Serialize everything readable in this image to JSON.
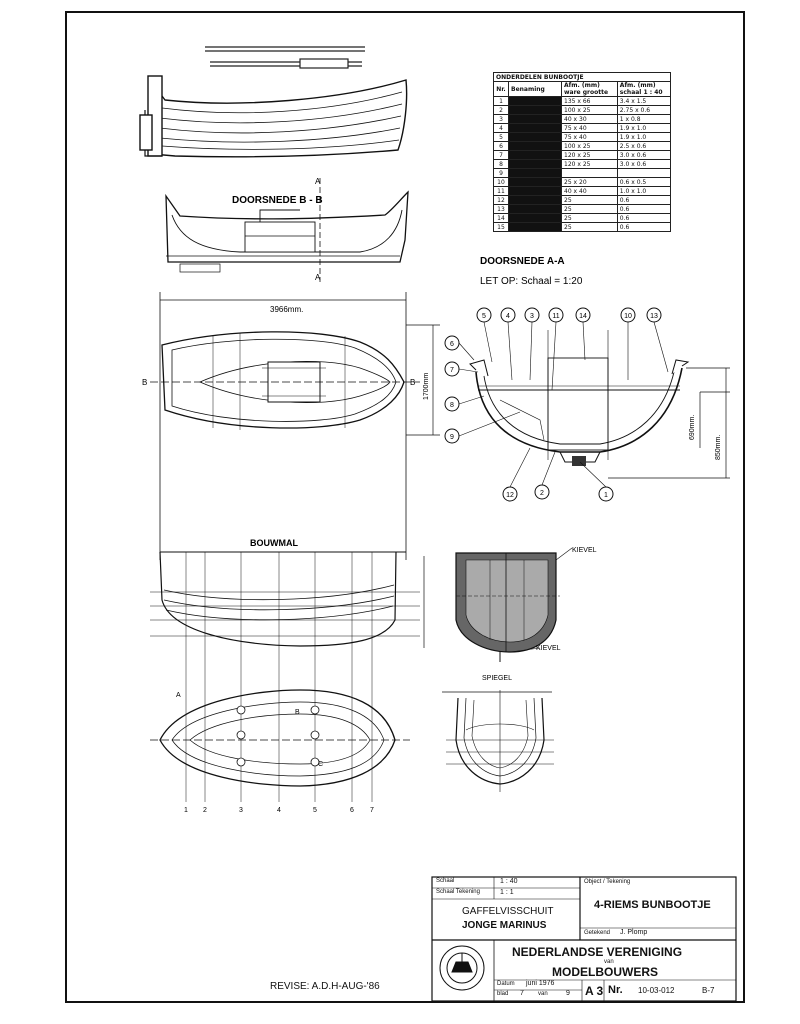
{
  "drawing": {
    "section_bb": "DOORSNEDE B - B",
    "section_aa": "DOORSNEDE A-A",
    "scale_note": "LET OP: Schaal = 1:20",
    "length_dim": "3966mm.",
    "width_dim": "1700mm",
    "height_dim_1": "690mm.",
    "height_dim_2": "850mm.",
    "left_label": "SPIEGEL",
    "bouwmal": "BOUWMAL",
    "kiel_label_1": "KIEVEL",
    "kiel_label_2": "KIEVEL",
    "spiegel_label": "SPIEGEL",
    "revise": "REVISE: A.D.H-AUG-'86",
    "section_letter_a": "A",
    "section_letter_b": "B",
    "callouts_top": [
      "5",
      "4",
      "3",
      "11",
      "14",
      "10",
      "13"
    ],
    "callouts_left": [
      "6",
      "7",
      "8",
      "9"
    ],
    "callouts_bottom": [
      "12",
      "2",
      "1"
    ],
    "station_numbers": [
      "1",
      "2",
      "3",
      "4",
      "5",
      "6",
      "7"
    ],
    "plan_letters": [
      "A",
      "B",
      "C"
    ]
  },
  "parts_table": {
    "title": "ONDERDELEN BUNBOOTJE",
    "headers": [
      "Nr.",
      "Benaming",
      "Afm. (mm) ware grootte",
      "Afm. (mm) schaal 1 : 40"
    ],
    "rows": [
      {
        "nr": "1",
        "afm1": "135 x 66",
        "afm2": "3.4 x 1.5"
      },
      {
        "nr": "2",
        "afm1": "100 x 25",
        "afm2": "2.75 x 0.6"
      },
      {
        "nr": "3",
        "afm1": "40 x 30",
        "afm2": "1 x 0.8"
      },
      {
        "nr": "4",
        "afm1": "75 x 40",
        "afm2": "1.9 x 1.0"
      },
      {
        "nr": "5",
        "afm1": "75 x 40",
        "afm2": "1.9 x 1.0"
      },
      {
        "nr": "6",
        "afm1": "100 x 25",
        "afm2": "2.5 x 0.6"
      },
      {
        "nr": "7",
        "afm1": "120 x 25",
        "afm2": "3.0 x 0.6"
      },
      {
        "nr": "8",
        "afm1": "120 x 25",
        "afm2": "3.0 x 0.6"
      },
      {
        "nr": "9",
        "afm1": "",
        "afm2": ""
      },
      {
        "nr": "10",
        "afm1": "25 x 20",
        "afm2": "0.6 x 0.5"
      },
      {
        "nr": "11",
        "afm1": "40 x 40",
        "afm2": "1.0 x 1.0"
      },
      {
        "nr": "12",
        "afm1": "25",
        "afm2": "0.6"
      },
      {
        "nr": "13",
        "afm1": "25",
        "afm2": "0.6"
      },
      {
        "nr": "14",
        "afm1": "25",
        "afm2": "0.6"
      },
      {
        "nr": "15",
        "afm1": "25",
        "afm2": "0.6"
      }
    ]
  },
  "title_block": {
    "scale_label": "Schaal",
    "scale_value": "1 : 40",
    "scale2_label": "Schaal Tekening",
    "scale2_value": "1 : 1",
    "subject_line1": "GAFFELVISSCHUIT",
    "subject_line2": "JONGE MARINUS",
    "object_label": "Object / Tekening",
    "object_title": "4-RIEMS BUNBOOTJE",
    "drawn_label": "Getekend",
    "drawn_value": "J. Plomp",
    "org_line1": "NEDERLANDSE VERENIGING",
    "org_line2": "van",
    "org_line3": "MODELBOUWERS",
    "date_label": "Datum",
    "date_value": "juni 1976",
    "sheet_label": "blad",
    "sheet_value": "7",
    "sheet_of": "van",
    "sheet_total": "9",
    "format": "A 3",
    "nr_label": "Nr.",
    "nr_value": "10-03-012",
    "nr_suffix": "B-7"
  }
}
